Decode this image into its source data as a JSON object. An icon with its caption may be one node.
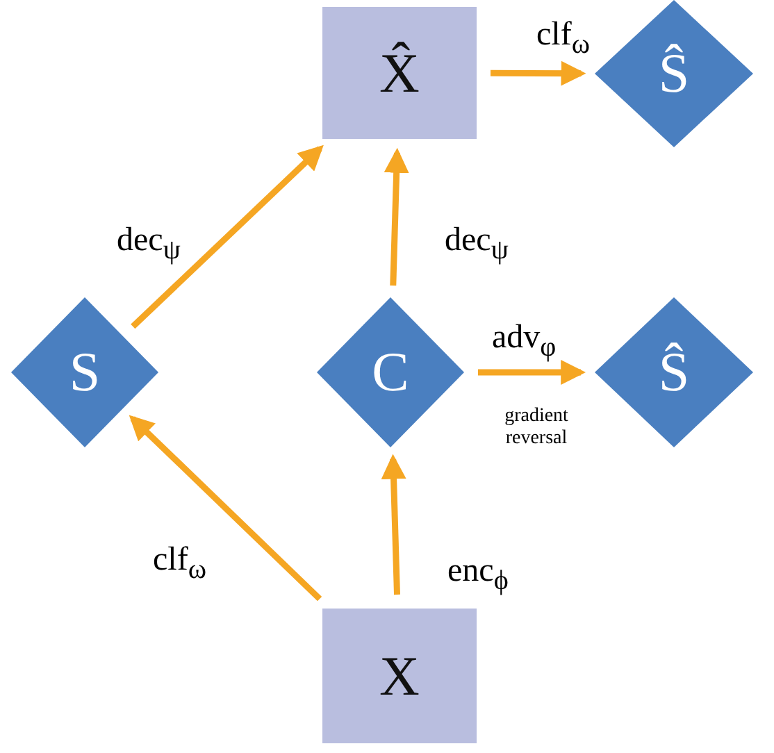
{
  "diagram": {
    "nodes": [
      {
        "text": [
          "X̂"
        ]
      },
      {
        "text": [
          "Ŝ"
        ]
      },
      {
        "text": [
          "S"
        ]
      },
      {
        "text": [
          "C"
        ]
      },
      {
        "text": [
          "Ŝ"
        ]
      },
      {
        "text": [
          "X"
        ]
      }
    ],
    "edges": [
      {
        "from": 0,
        "to": 1,
        "arrow": "to",
        "label": "clf$_{ω}$"
      },
      {
        "from": 2,
        "to": 0,
        "arrow": "to",
        "label": "dec$_{ψ}$"
      },
      {
        "from": 3,
        "to": 0,
        "arrow": "to",
        "label": "dec$_{ψ}$"
      },
      {
        "from": 3,
        "to": 4,
        "arrow": "to",
        "label": "adv$_{φ}$"
      },
      {
        "from": 5,
        "to": 2,
        "arrow": "to",
        "label": "clf$_{ω}$"
      },
      {
        "from": 5,
        "to": 3,
        "arrow": "to",
        "label": "enc$_{ϕ}$"
      }
    ],
    "labels": [
      "gradient reversal"
    ]
  }
}
